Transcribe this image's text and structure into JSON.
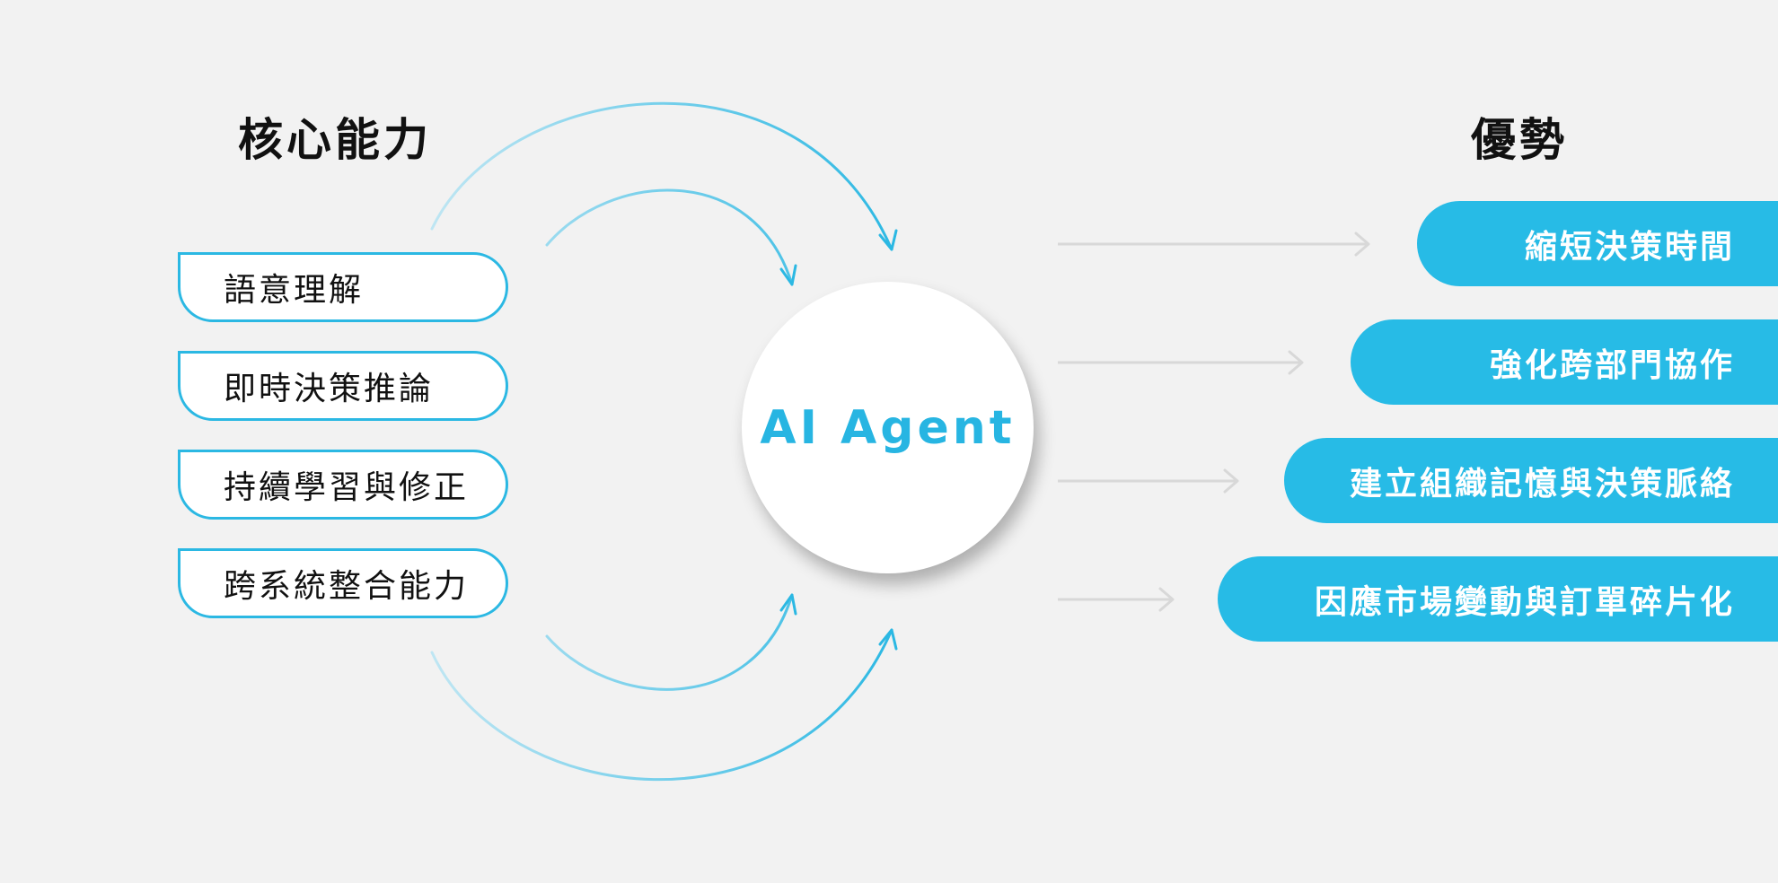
{
  "left_heading": "核心能力",
  "right_heading": "優勢",
  "center_label": "AI Agent",
  "capabilities": [
    "語意理解",
    "即時決策推論",
    "持續學習與修正",
    "跨系統整合能力"
  ],
  "advantages": [
    "縮短決策時間",
    "強化跨部門協作",
    "建立組織記憶與決策脈絡",
    "因應市場變動與訂單碎片化"
  ],
  "colors": {
    "accent": "#27bbe6",
    "outline": "#2bb8e3",
    "background": "#f2f2f2",
    "arrow_gray": "#d8d8d8"
  }
}
